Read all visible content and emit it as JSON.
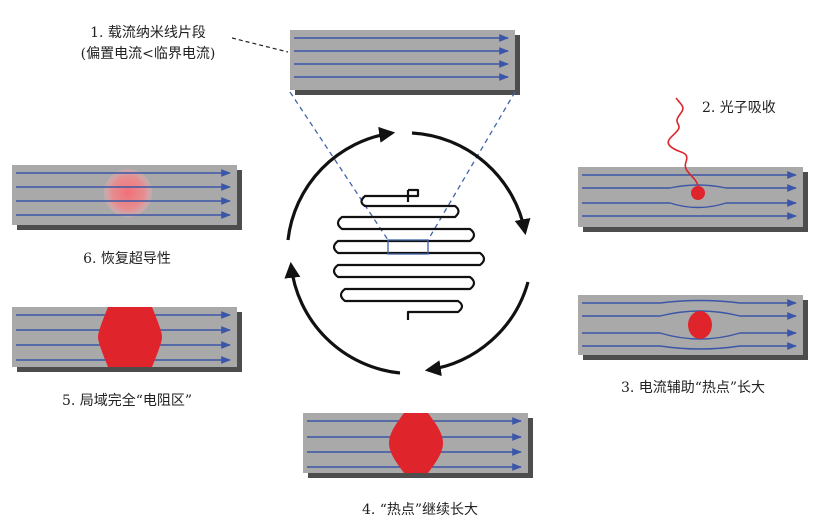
{
  "labels": {
    "step1_line1": "1. 载流纳米线片段",
    "step1_line2": "(偏置电流<临界电流)",
    "step2": "2. 光子吸收",
    "step3": "3. 电流辅助“热点”长大",
    "step4": "4. “热点”继续长大",
    "step5": "5. 局域完全“电阻区”",
    "step6": "6. 恢复超导性"
  },
  "colors": {
    "strip_fill": "#a9a9a9",
    "strip_shadow": "#4d4d4d",
    "current_line": "#3b56a8",
    "hotspot": "#e0242b",
    "recovering_spot": "#f08a8e",
    "photon": "#d9262c",
    "cycle_arrow": "#111111",
    "zoom_dash": "#4063a8"
  }
}
